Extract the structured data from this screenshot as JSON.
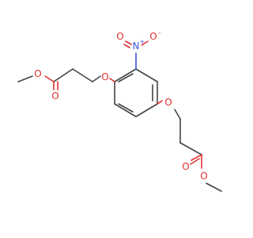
{
  "molecule": {
    "atoms": {
      "nitro_n": {
        "symbol": "N",
        "charge": "+"
      },
      "nitro_o_double": {
        "symbol": "O"
      },
      "nitro_o_single": {
        "symbol": "O",
        "charge": "-"
      },
      "ether_o_top": {
        "symbol": "O"
      },
      "ester_o_top_carbonyl": {
        "symbol": "O"
      },
      "ester_o_top_methoxy": {
        "symbol": "O"
      },
      "ether_o_ring": {
        "symbol": "O"
      },
      "ester_o_bottom_carbonyl": {
        "symbol": "O"
      },
      "ester_o_bottom_methoxy": {
        "symbol": "O"
      }
    },
    "colors": {
      "carbon_bond": "#444444",
      "oxygen": "#e03030",
      "nitrogen": "#3a52d8"
    }
  }
}
